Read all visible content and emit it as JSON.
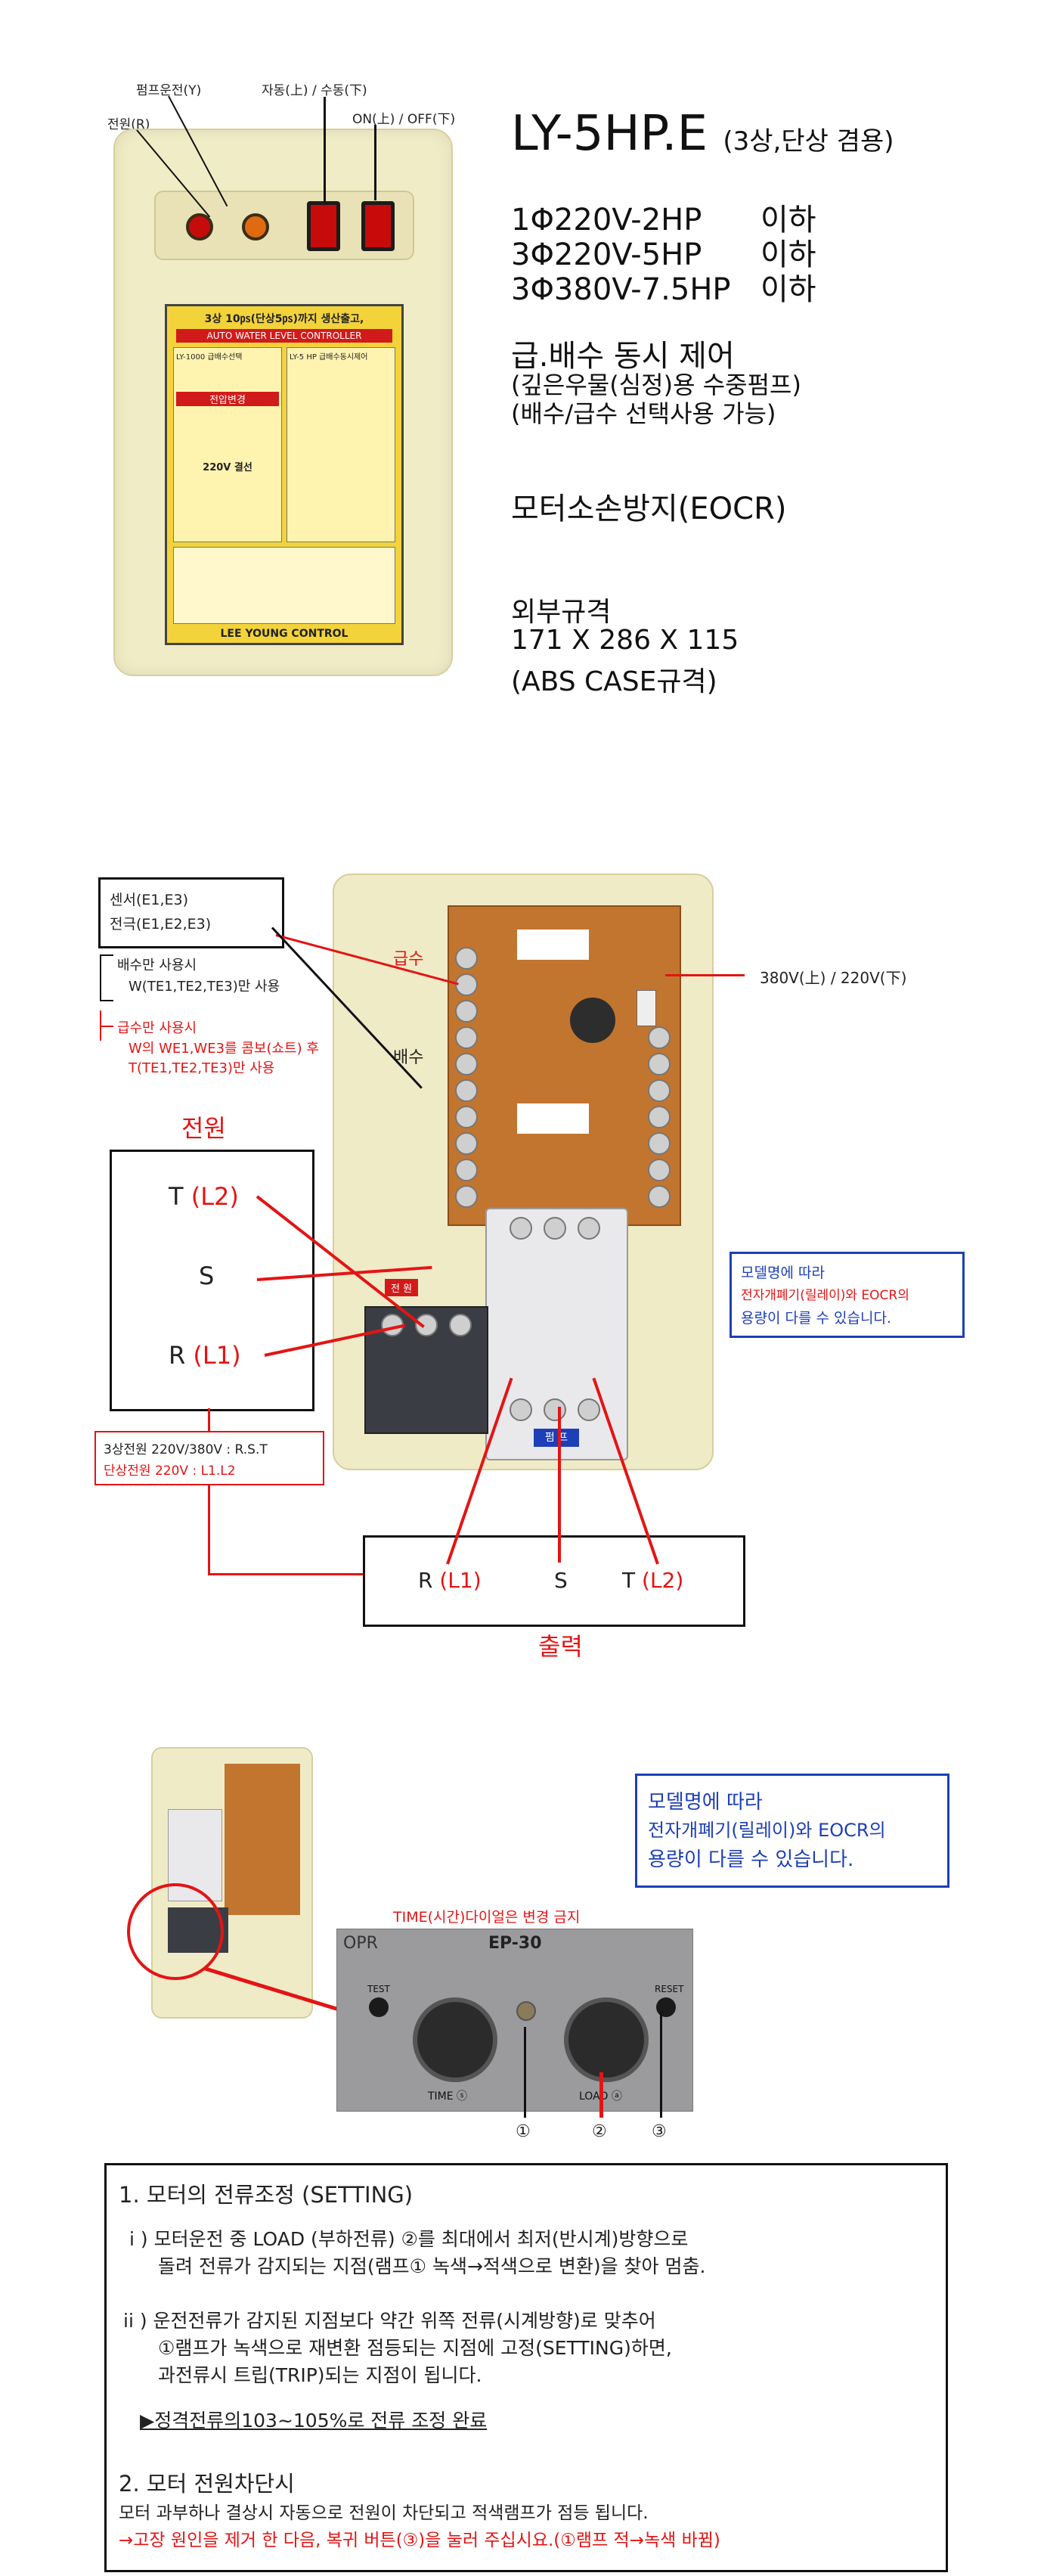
{
  "section1": {
    "labels": {
      "power": "전원(R)",
      "pump_run": "펌프운전(Y)",
      "auto_manual": "자동(上) / 수동(下)",
      "on_off": "ON(上) / OFF(下)"
    },
    "plate": {
      "headline": "3상 10㎰(단상5㎰)까지 생산출고,",
      "banner": "AUTO WATER LEVEL CONTROLLER",
      "col1": "LY-1000 급배수선택",
      "col2": "LY-5 HP 급배수동시제어",
      "badge": "전압변경",
      "voltage": "220V 결선",
      "brand": "LEE YOUNG CONTROL"
    },
    "title": "LY-5HP.E",
    "title_suffix": "(3상,단상 겸용)",
    "ratings": [
      {
        "spec": "1Φ220V-2HP",
        "note": "이하"
      },
      {
        "spec": "3Φ220V-5HP",
        "note": "이하"
      },
      {
        "spec": "3Φ380V-7.5HP",
        "note": "이하"
      }
    ],
    "feature": "급.배수 동시 제어",
    "feature_sub1": "(깊은우물(심정)용 수중펌프)",
    "feature_sub2": "(배수/급수 선택사용 가능)",
    "protection": "모터소손방지(EOCR)",
    "dim_title": "외부규격",
    "dim_value": "171 X 286 X 115",
    "dim_case": "(ABS CASE규격)"
  },
  "section2": {
    "sensor_line1": "센서(E1,E3)",
    "sensor_line2": "전극(E1,E2,E3)",
    "drain_only1": "배수만 사용시",
    "drain_only2": "W(TE1,TE2,TE3)만 사용",
    "supply_only1": "급수만 사용시",
    "supply_only2": "W의 WE1,WE3를 콤보(쇼트) 후",
    "supply_only3": "T(TE1,TE2,TE3)만 사용",
    "supply_label": "급수",
    "drain_label": "배수",
    "voltage_switch": "380V(上) / 220V(下)",
    "power_title": "전원",
    "inputs": {
      "t": "T",
      "t_alt": "(L2)",
      "s": "S",
      "r": "R",
      "r_alt": "(L1)"
    },
    "board_power": "전 원",
    "board_pump": "펌 프",
    "power_note1": "3상전원 220V/380V : R.S.T",
    "power_note2": "단상전원 220V        : L1.L2",
    "outputs": {
      "r": "R",
      "r_alt": "(L1)",
      "s": "S",
      "t": "T",
      "t_alt": "(L2)"
    },
    "output_title": "출력",
    "model_note1": "모델명에 따라",
    "model_note2": "전자개폐기(릴레이)와 EOCR의",
    "model_note3": "용량이 다를 수 있습니다."
  },
  "section3": {
    "model_note1": "모델명에 따라",
    "model_note2": "전자개폐기(릴레이)와 EOCR의",
    "model_note3": "용량이 다를 수 있습니다.",
    "time_warning": "TIME(시간)다이얼은 변경 금지",
    "panel": {
      "opr": "OPR",
      "model": "EP-30",
      "test": "TEST",
      "reset": "RESET",
      "time": "TIME ⓢ",
      "load": "LOAD ⓐ"
    },
    "markers": [
      "①",
      "②",
      "③"
    ],
    "notes": {
      "h1": "1. 모터의 전류조정 (SETTING)",
      "i1": "i ) 모터운전 중 LOAD (부하전류) ②를 최대에서 최저(반시계)방향으로",
      "i2": "돌려 전류가 감지되는 지점(램프① 녹색→적색으로 변환)을 찾아 멈춤.",
      "ii1": "ii ) 운전전류가 감지된 지점보다 약간 위쪽 전류(시계방향)로 맞추어",
      "ii2": "①램프가 녹색으로 재변환 점등되는 지점에 고정(SETTING)하면,",
      "ii3": "과전류시 트립(TRIP)되는 지점이 됩니다.",
      "done": "▶정격전류의103~105%로 전류 조정 완료",
      "h2": "2. 모터 전원차단시",
      "p2": "모터 과부하나 결상시 자동으로 전원이 차단되고 적색램프가 점등 됩니다.",
      "p3": "→고장 원인을 제거 한 다음, 복귀 버튼(③)을 눌러 주십시요.(①램프 적→녹색 바뀜)"
    }
  },
  "colors": {
    "accent_red": "#e41414",
    "accent_blue": "#1d3fb8",
    "case": "#f0ebc7",
    "pcb": "#c2752f"
  }
}
